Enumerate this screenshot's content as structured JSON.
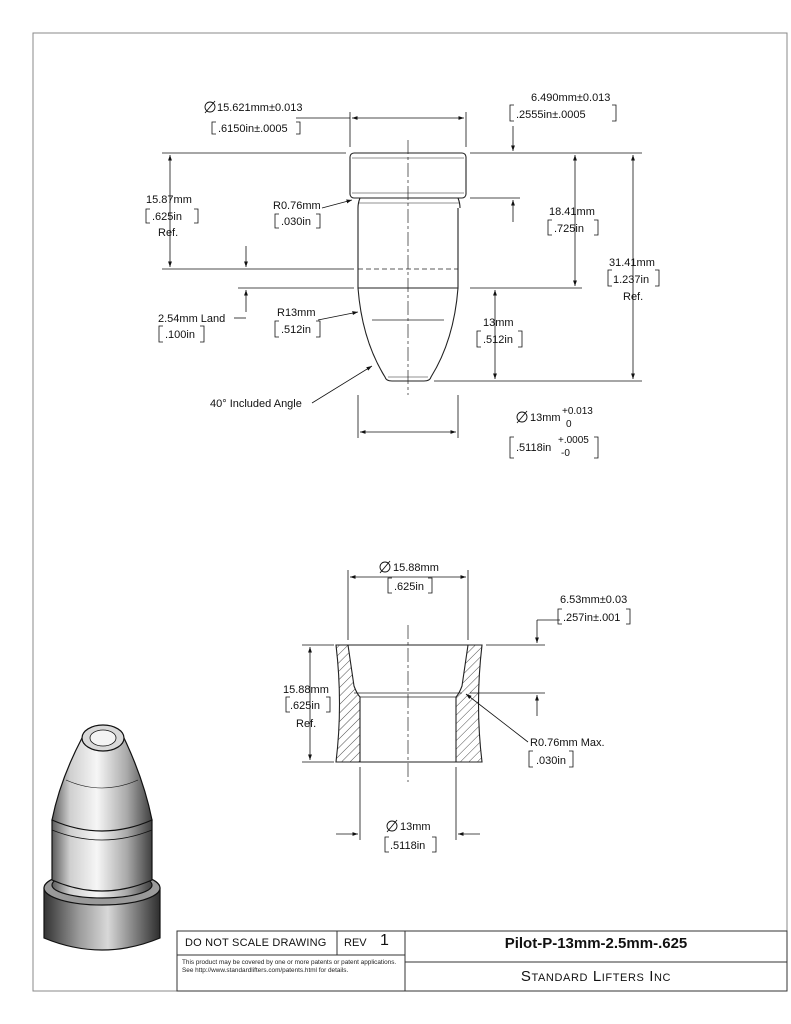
{
  "pilot_view": {
    "top_diameter": "15.621mm±0.013",
    "top_diameter_in": ".6150in±.0005",
    "head_height": "6.490mm±0.013",
    "head_height_in": ".2555in±.0005",
    "upper_ref_len": "15.87mm",
    "upper_ref_len_in": ".625in",
    "upper_ref_note": "Ref.",
    "fillet_radius": "R0.76mm",
    "fillet_radius_in": ".030in",
    "shank_length": "18.41mm",
    "shank_length_in": ".725in",
    "overall_length": "31.41mm",
    "overall_length_in": "1.237in",
    "overall_ref_note": "Ref.",
    "land_length": "2.54mm Land",
    "land_length_in": ".100in",
    "nose_radius": "R13mm",
    "nose_radius_in": ".512in",
    "nose_length": "13mm",
    "nose_length_in": ".512in",
    "included_angle": "40° Included Angle",
    "shank_diameter": "13mm",
    "shank_tol_plus": "+0.013",
    "shank_tol_minus": "0",
    "shank_diameter_in": ".5118in",
    "shank_tol_in_plus": "+.0005",
    "shank_tol_in_minus": "-0"
  },
  "bushing_view": {
    "outer_diameter": "15.88mm",
    "outer_diameter_in": ".625in",
    "counterbore_depth": "6.53mm±0.03",
    "counterbore_depth_in": ".257in±.001",
    "height": "15.88mm",
    "height_in": ".625in",
    "height_ref_note": "Ref.",
    "corner_radius": "R0.76mm Max.",
    "corner_radius_in": ".030in",
    "bore_diameter": "13mm",
    "bore_diameter_in": ".5118in"
  },
  "title_block": {
    "do_not_scale": "DO NOT SCALE DRAWING",
    "rev_label": "REV",
    "rev_value": "1",
    "patent_notice": "This product may be covered by one or more patents or patent applications. See http://www.standardlifters.com/patents.html for details.",
    "part_number": "Pilot-P-13mm-2.5mm-.625",
    "company": "Standard Lifters Inc"
  },
  "icons": {
    "diameter": "diameter-symbol-icon",
    "bracket": "bracket-icon"
  }
}
